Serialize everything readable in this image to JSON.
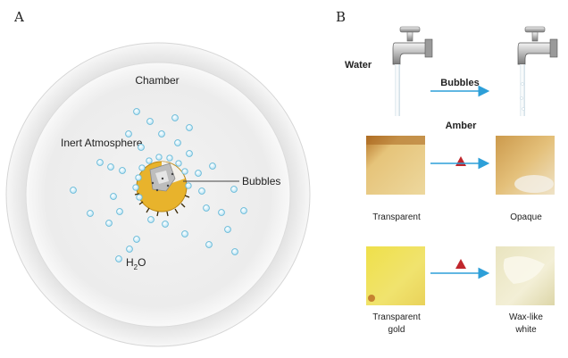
{
  "panel_a": {
    "label": "A",
    "chamber_label": "Chamber",
    "atmosphere_label": "Inert Atmosphere",
    "bubbles_label": "Bubbles",
    "water_label_main": "H",
    "water_label_sub": "2",
    "water_label_end": "O"
  },
  "panel_b": {
    "label": "B",
    "water_label": "Water",
    "bubbles_arrow_label": "Bubbles",
    "amber_label": "Amber",
    "row1_left_label": "Transparent",
    "row1_right_label": "Opaque",
    "row2_left_label_line1": "Transparent",
    "row2_left_label_line2": "gold",
    "row2_right_label_line1": "Wax-like",
    "row2_right_label_line2": "white"
  },
  "colors": {
    "chamber_outer": "#f1f1f1",
    "chamber_inner": "#e6e6e6",
    "bubble_fill": "#dff3fb",
    "bubble_stroke": "#66b9d8",
    "amber_core": "#e8b32c",
    "arrow": "#2d9fd8",
    "heat_triangle": "#c0262c"
  },
  "icons": {
    "faucet_left": "water-faucet-icon",
    "faucet_right": "water-faucet-icon",
    "heat": "heat-triangle-icon"
  }
}
